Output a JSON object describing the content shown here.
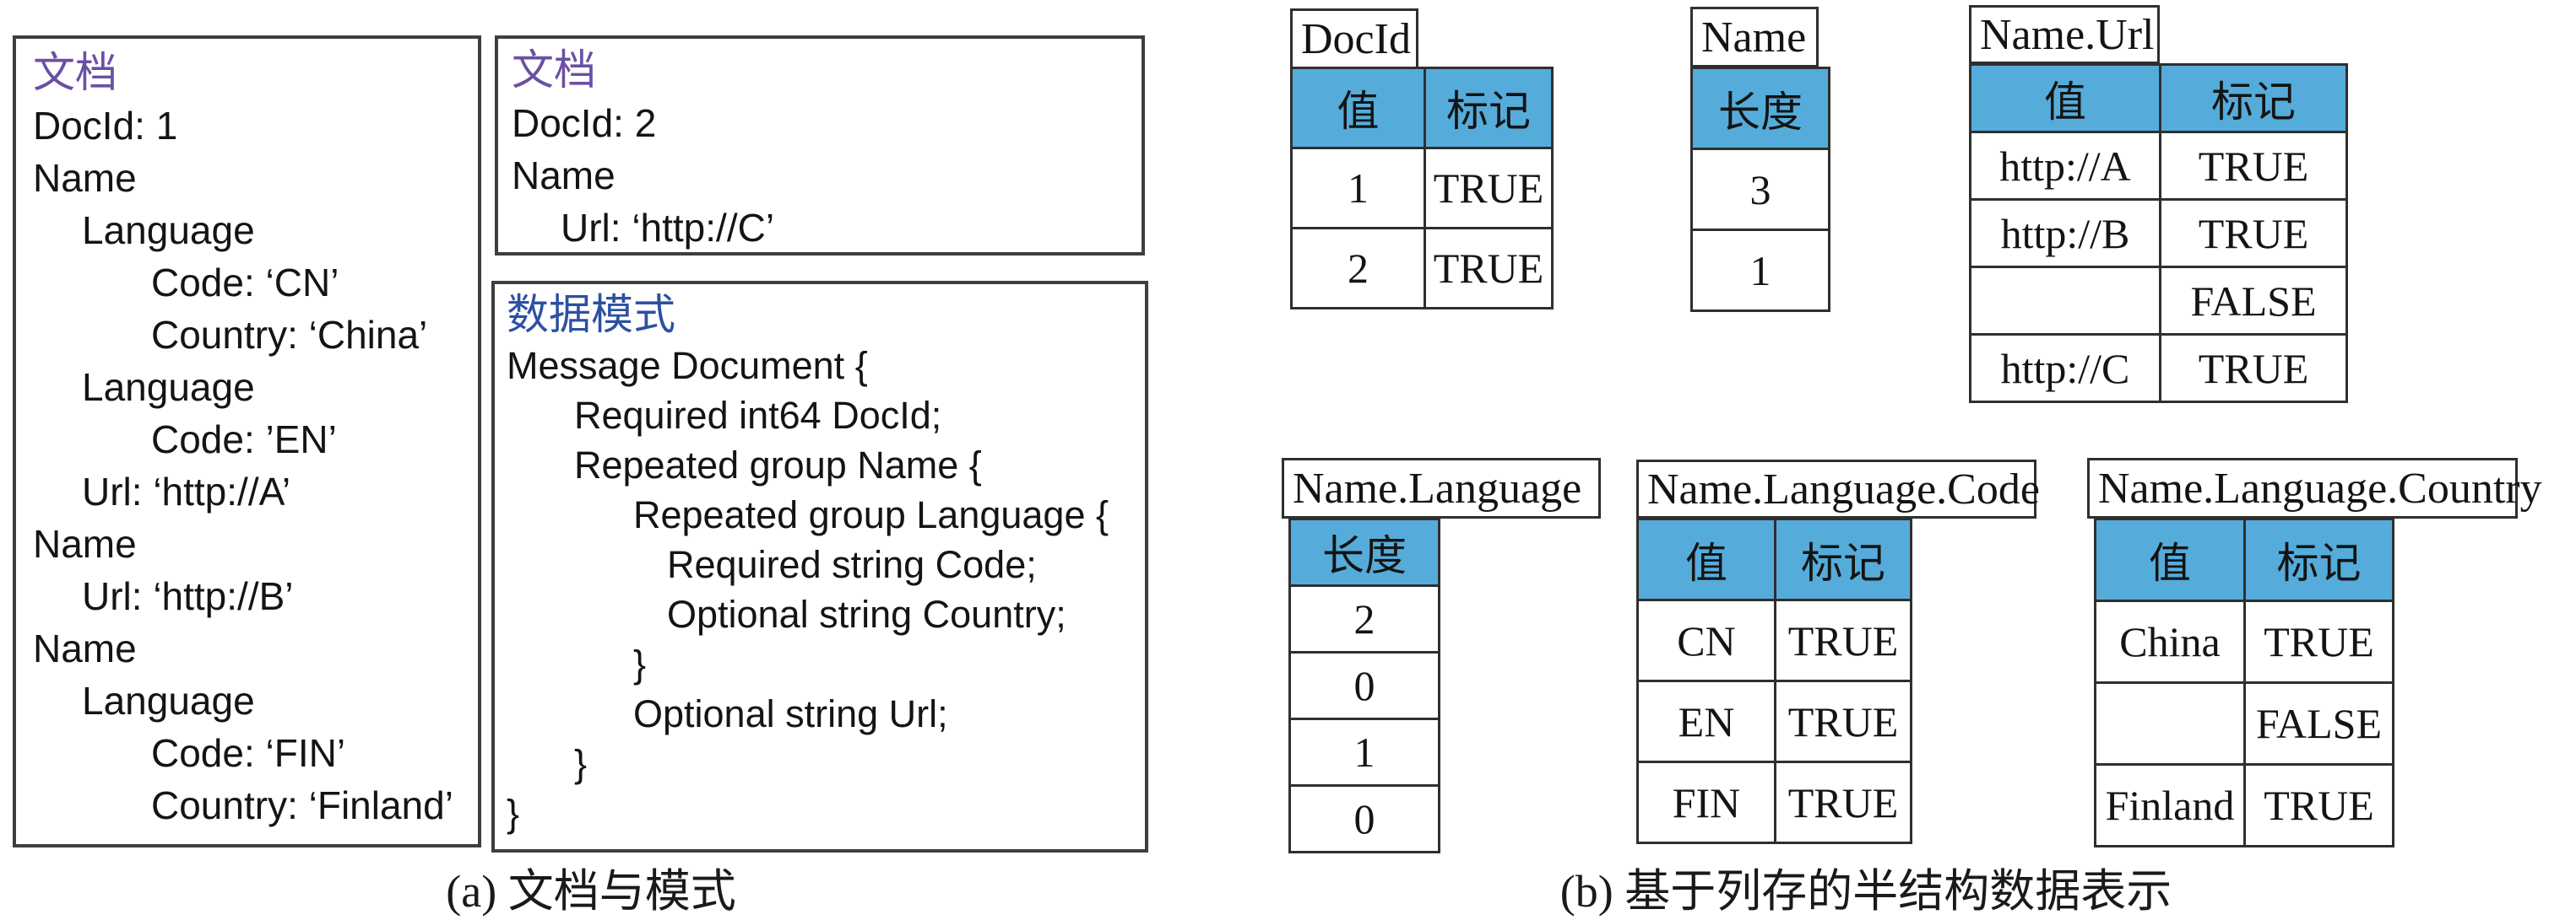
{
  "colors": {
    "header_blue": "#55ACDA",
    "doc_title_purple": "#6B4FA4",
    "schema_title_blue": "#2C51A3"
  },
  "figure": {
    "caption_a": "(a) 文档与模式",
    "caption_b": "(b) 基于列存的半结构数据表示"
  },
  "doc1": {
    "title": "文档",
    "lines": [
      {
        "text": "DocId: 1",
        "indent": 0
      },
      {
        "text": "Name",
        "indent": 0
      },
      {
        "text": "Language",
        "indent": 1
      },
      {
        "text": "Code: ‘CN’",
        "indent": 2
      },
      {
        "text": "Country: ‘China’",
        "indent": 2
      },
      {
        "text": "Language",
        "indent": 1
      },
      {
        "text": "Code: ’EN’",
        "indent": 2
      },
      {
        "text": "Url: ‘http://A’",
        "indent": 1
      },
      {
        "text": "Name",
        "indent": 0
      },
      {
        "text": "Url: ‘http://B’",
        "indent": 1
      },
      {
        "text": "Name",
        "indent": 0
      },
      {
        "text": "Language",
        "indent": 1
      },
      {
        "text": "Code: ‘FIN’",
        "indent": 2
      },
      {
        "text": "Country: ‘Finland’",
        "indent": 2
      }
    ]
  },
  "doc2": {
    "title": "文档",
    "lines": [
      {
        "text": "DocId: 2",
        "indent": 0
      },
      {
        "text": "Name",
        "indent": 0
      },
      {
        "text": "Url: ‘http://C’",
        "indent": 1
      }
    ]
  },
  "schema": {
    "title": "数据模式",
    "lines": [
      {
        "text": "Message Document {",
        "indent": 0
      },
      {
        "text": "Required int64 DocId;",
        "indent": 1
      },
      {
        "text": "Repeated group Name {",
        "indent": 1
      },
      {
        "text": "Repeated group Language {",
        "indent": 2
      },
      {
        "text": "Required string Code;",
        "indent": 3
      },
      {
        "text": "Optional string Country;",
        "indent": 3
      },
      {
        "text": "}",
        "indent": 2
      },
      {
        "text": "Optional string Url;",
        "indent": 2
      },
      {
        "text": "}",
        "indent": 1
      },
      {
        "text": "}",
        "indent": 0
      }
    ]
  },
  "tables": {
    "docid": {
      "title": "DocId",
      "headers": [
        "值",
        "标记"
      ],
      "rows": [
        [
          "1",
          "TRUE"
        ],
        [
          "2",
          "TRUE"
        ]
      ]
    },
    "name": {
      "title": "Name",
      "headers": [
        "长度"
      ],
      "rows": [
        [
          "3"
        ],
        [
          "1"
        ]
      ]
    },
    "name_url": {
      "title": "Name.Url",
      "headers": [
        "值",
        "标记"
      ],
      "rows": [
        [
          "http://A",
          "TRUE"
        ],
        [
          "http://B",
          "TRUE"
        ],
        [
          "",
          "FALSE"
        ],
        [
          "http://C",
          "TRUE"
        ]
      ]
    },
    "name_language": {
      "title": "Name.Language",
      "headers": [
        "长度"
      ],
      "rows": [
        [
          "2"
        ],
        [
          "0"
        ],
        [
          "1"
        ],
        [
          "0"
        ]
      ]
    },
    "name_language_code": {
      "title": "Name.Language.Code",
      "headers": [
        "值",
        "标记"
      ],
      "rows": [
        [
          "CN",
          "TRUE"
        ],
        [
          "EN",
          "TRUE"
        ],
        [
          "FIN",
          "TRUE"
        ]
      ]
    },
    "name_language_country": {
      "title": "Name.Language.Country",
      "headers": [
        "值",
        "标记"
      ],
      "rows": [
        [
          "China",
          "TRUE"
        ],
        [
          "",
          "FALSE"
        ],
        [
          "Finland",
          "TRUE"
        ]
      ]
    }
  }
}
